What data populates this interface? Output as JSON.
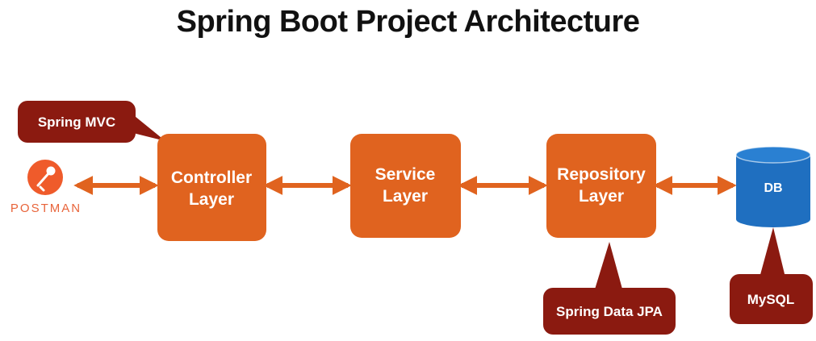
{
  "title": "Spring Boot Project Architecture",
  "colors": {
    "layer_box": "#e0631f",
    "callout": "#8b1a10",
    "arrow": "#e0631f",
    "db": "#1f6fc0",
    "postman": "#ef5b2b"
  },
  "client": {
    "icon": "postman-icon",
    "label": "POSTMAN"
  },
  "layers": [
    {
      "line1": "Controller",
      "line2": "Layer"
    },
    {
      "line1": "Service",
      "line2": "Layer"
    },
    {
      "line1": "Repository",
      "line2": "Layer"
    }
  ],
  "database": {
    "icon": "database-cylinder-icon",
    "label": "DB"
  },
  "callouts": {
    "controller": "Spring MVC",
    "repository": "Spring Data JPA",
    "database": "MySQL"
  }
}
